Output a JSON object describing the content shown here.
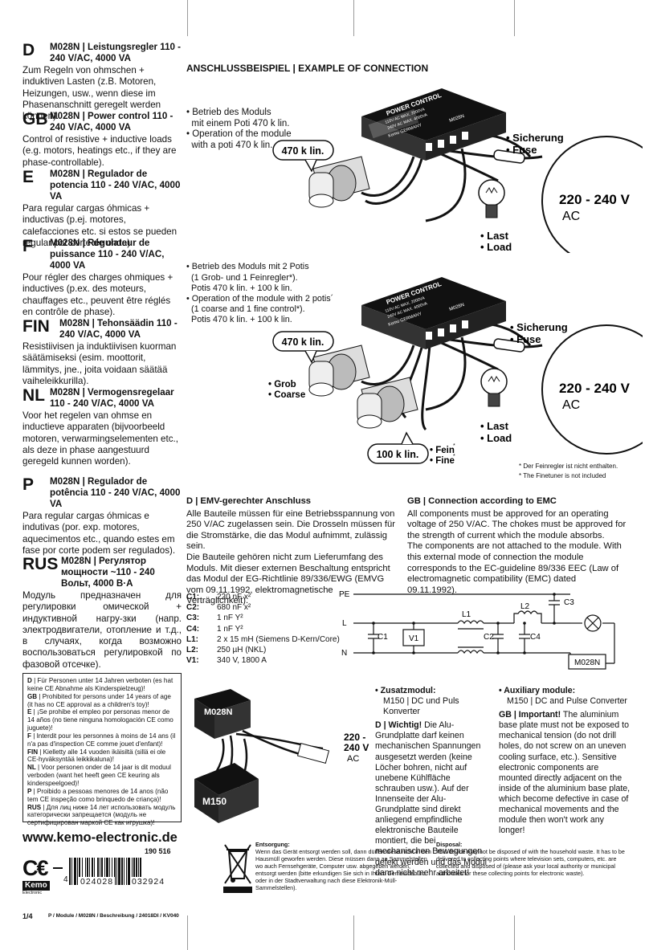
{
  "langs": [
    {
      "code": "D",
      "title": "M028N | Leistungsregler 110 - 240 V/AC, 4000 VA",
      "desc": "Zum Regeln von ohmschen + induktiven Lasten (z.B. Motoren, Heizungen, usw., wenn diese im Phasenanschnitt geregelt werden können)."
    },
    {
      "code": "GB",
      "title": "M028N | Power control 110 - 240 V/AC, 4000 VA",
      "desc": "Control of resistive + inductive loads (e.g. motors, heatings etc., if they are phase-controllable)."
    },
    {
      "code": "E",
      "title": "M028N | Regulador de potencia 110 - 240 V/AC, 4000 VA",
      "desc": "Para regular cargas óhmicas + inductivas (p.ej. motores, calefacciones etc. si estos se pueden regular por corte de onda)."
    },
    {
      "code": "F",
      "title": "M028N | Régulateur de puissance 110 - 240 V/AC, 4000 VA",
      "desc": "Pour régler des charges ohmiques + inductives (p.ex. des moteurs, chauffages etc., peuvent être réglés en contrôle de phase)."
    },
    {
      "code": "FIN",
      "title": "M028N | Tehonsäädin 110 - 240 V/AC, 4000 VA",
      "desc": "Resistiivisen ja induktiivisen kuorman säätämiseksi (esim. moottorit, lämmitys, jne., joita voidaan säätää vaiheleikkurilla)."
    },
    {
      "code": "NL",
      "title": "M028N | Vermogensregelaar 110 - 240 V/AC, 4000 VA",
      "desc": "Voor het regelen van ohmse en inductieve apparaten (bijvoorbeeld motoren, verwarmingselementen etc., als deze in phase aangestuurd geregeld kunnen worden)."
    },
    {
      "code": "P",
      "title": "M028N | Regulador de potência 110 - 240 V/AC, 4000 VA",
      "desc": "Para regular cargas óhmicas e indutivas (por. exp. motores, aquecimentos etc., quando estes em fase por corte podem ser regulados)."
    },
    {
      "code": "RUS",
      "title": "M028N | Регулятор мощности ~110 - 240 Вольт, 4000 В·А",
      "desc": "Модуль предназначен для регулировки омической + индуктивной нагру-зки (напр. электродвигатели, отопление и т.д., в случаях, когда возможно воспользоваться регулировкой по фазовой отсечке)."
    }
  ],
  "warnings": [
    {
      "c": "D",
      "t": "Für Personen unter 14 Jahren verboten (es hat keine CE Abnahme als Kinderspielzeug)!"
    },
    {
      "c": "GB",
      "t": "Prohibited for persons under 14 years of age (it has no CE approval as a children's toy)!"
    },
    {
      "c": "E",
      "t": "¡Se prohibe el empleo por personas menor de 14 años (no tiene ninguna homologación CE como juguete)!"
    },
    {
      "c": "F",
      "t": "Interdit pour les personnes à moins de 14 ans (il n'a pas d'inspection CE comme jouet d'enfant)!"
    },
    {
      "c": "FIN",
      "t": "Kielletty alle 14 vuoden ikäisiltä (sillä ei ole CE-hyväksyntää leikkikaluna)!"
    },
    {
      "c": "NL",
      "t": "Voor personen onder de 14 jaar is dit moduul verboden (want het heeft geen CE keuring als kinderspeelgoed)!"
    },
    {
      "c": "P",
      "t": "Proibido a pessoas menores de 14 anos (não tem CE inspeção como brinquedo de criança)!"
    },
    {
      "c": "RUS",
      "t": "Для лиц ниже 14 лет использовать модуль категорически запрещается (модуль не сертифицирован маркой СЕ как игрушка)!"
    }
  ],
  "footer": {
    "url": "www.kemo-electronic.de",
    "item_no": "190 516",
    "barcode_left": "4",
    "barcode_mid": "024028",
    "barcode_right": "032924",
    "brand": "Kemo",
    "brand_sub": "Electronic",
    "page": "1/4",
    "doc_ref": "P / Module / M028N / Beschreibung / 24018DI / KV040"
  },
  "connection": {
    "heading": "ANSCHLUSSBEISPIEL | EXAMPLE OF CONNECTION",
    "ex1": [
      "• Betrieb des Moduls",
      "  mit einem Poti 470 k lin.",
      "• Operation of the module",
      "  with a poti 470 k lin."
    ],
    "ex2": [
      "• Betrieb des Moduls mit 2 Potis",
      "  (1 Grob- und 1 Feinregler*).",
      "  Potis 470 k lin. + 100 k lin.",
      "• Operation of the module with 2 potis´",
      "  (1 coarse and 1 fine control*).",
      "  Potis 470 k lin. + 100 k lin."
    ],
    "pot1": "470 k lin.",
    "pot2": "470 k lin.",
    "pot3": "100 k lin.",
    "fuse_de": "• Sicherung",
    "fuse_en": "• Fuse",
    "load_de": "• Last",
    "load_en": "• Load",
    "voltage": "220 - 240 V",
    "ac": "AC",
    "coarse_de": "• Grob",
    "coarse_en": "• Coarse",
    "fine_de": "• Fein",
    "fine_en": "• Fine",
    "note_de": "* Der Feinregler ist nicht enthalten.",
    "note_en": "* The Finetuner is not included",
    "module_title": "POWER CONTROL",
    "module_v1": "110V AC   MAX. 2000VA",
    "module_v2": "240V AC   MAX. 4000VA",
    "module_brand": "Kemo GERMANY",
    "module_code": "M028N"
  },
  "emv_de": {
    "title": "D | EMV-gerechter Anschluss",
    "p1": "Alle Bauteile müssen für eine Betriebsspannung von 250 V/AC zugelassen sein. Die Drosseln müssen für die Stromstärke, die das Modul aufnimmt, zulässig sein.",
    "p2": "Die Bauteile gehören nicht zum Lieferumfang des Moduls. Mit dieser externen Beschaltung entspricht das Modul der EG-Richtlinie 89/336/EWG (EMVG vom 09.11.1992, elektromagnetische Verträglichkeit)."
  },
  "emv_gb": {
    "title": "GB | Connection according to EMC",
    "p1": "All components must be approved for an operating voltage of 250 V/AC. The chokes must be approved for the strength of current which the module absorbs.",
    "p2": "The components are not attached to the module. With this external mode of connection the module corresponds to the EC-guideline 89/336 EEC (Law of electromagnetic compatibility (EMC) dated 09.11.1992)."
  },
  "components": [
    {
      "k": "C1:",
      "v": "220 nF x²"
    },
    {
      "k": "C2:",
      "v": "680 nF x²"
    },
    {
      "k": "C3:",
      "v": "1 nF Y²"
    },
    {
      "k": "C4:",
      "v": "1 nF Y²"
    },
    {
      "k": "L1:",
      "v": "2 x 15 mH (Siemens D-Kern/Core)"
    },
    {
      "k": "L2:",
      "v": "250 µH (NKL)"
    },
    {
      "k": "V1:",
      "v": "340 V, 1800 A"
    }
  ],
  "schematic": {
    "pe": "PE",
    "l": "L",
    "n": "N",
    "l1": "L1",
    "l2": "L2",
    "c1": "C1",
    "c2": "C2",
    "c3": "C3",
    "c4": "C4",
    "v1": "V1",
    "module": "M028N"
  },
  "aux_diagram": {
    "m028n": "M028N",
    "m150": "M150",
    "v": "220 -",
    "v2": "240 V",
    "ac": "AC"
  },
  "zusatz": {
    "title": "• Zusatzmodul:",
    "sub": "M150 | DC und Puls Konverter",
    "bold": "D | Wichtig!",
    "text": " Die Alu-Grundplatte darf keinen mechanischen Spannungen ausgesetzt werden (keine Löcher bohren, nicht auf unebene Kühlfläche schrauben usw.). Auf der Innenseite der Alu-Grundplatte sind direkt anliegend empfindliche elektronische Bauteile montiert, die bei mechanischen Bewegungen defekt werden und das Modul dann nicht mehr arbeitet!"
  },
  "aux": {
    "title": "• Auxiliary module:",
    "sub": "M150 | DC and Pulse Converter",
    "bold": "GB | Important!",
    "text": " The aluminium base plate must not be exposed to mechanical tension (do not drill holes, do not screw on an uneven cooling surface, etc.). Sensitive electronic components are mounted directly adjacent on the inside of the aluminium base plate, which become defective in case of mechanical movements and the module then won't work any longer!"
  },
  "disposal_de": {
    "title": "Entsorgung:",
    "text": "Wenn das Gerät entsorgt werden soll, dann dürfen diese nicht in den Hausmüll geworfen werden. Diese müssen dann an Sammelstellen wo auch Fernsehgeräte, Computer usw. abgegeben werden, entsorgt werden (bitte erkundigen Sie sich in Ihrem Gemeindebüro oder in der Stadtverwaltung nach diese Elektronik-Müll-Sammelstellen)."
  },
  "disposal_gb": {
    "title": "Disposal:",
    "text": "This device may not be disposed of with the household waste. It has to be delivered to collecting points where television sets, computers, etc. are collected and disposed of (please ask your local authority or municipal authorities for these collecting points for electronic waste)."
  }
}
